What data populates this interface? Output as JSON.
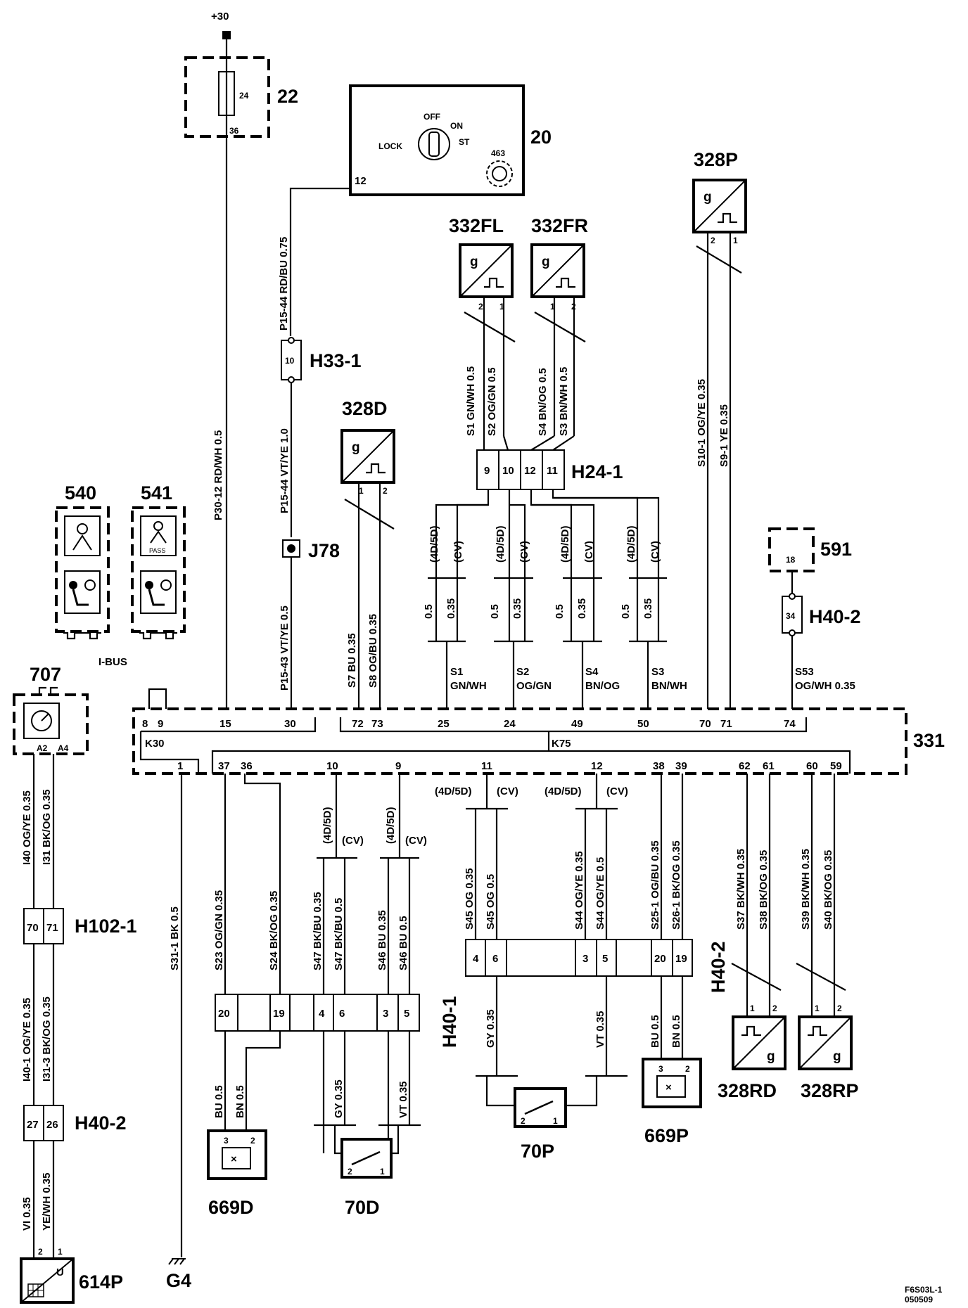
{
  "supply": "+30",
  "components": {
    "fuse_box": {
      "id": "22",
      "fuse": "24",
      "pin": "36"
    },
    "ignition": {
      "id": "20",
      "off": "OFF",
      "on": "ON",
      "st": "ST",
      "lock": "LOCK",
      "ring": "463",
      "pin": "12"
    },
    "s328P": {
      "id": "328P",
      "pin_a": "2",
      "pin_b": "1",
      "g": "g"
    },
    "s332FL": {
      "id": "332FL",
      "pin_a": "2",
      "pin_b": "1",
      "g": "g"
    },
    "s332FR": {
      "id": "332FR",
      "pin_a": "1",
      "pin_b": "2",
      "g": "g"
    },
    "s328D": {
      "id": "328D",
      "pin_a": "1",
      "pin_b": "2",
      "g": "g"
    },
    "s328RD": {
      "id": "328RD",
      "pin_a": "1",
      "pin_b": "2",
      "g": "g"
    },
    "s328RP": {
      "id": "328RP",
      "pin_a": "1",
      "pin_b": "2",
      "g": "g"
    },
    "h33": {
      "id": "H33-1",
      "pin": "10"
    },
    "j78": {
      "id": "J78"
    },
    "h24": {
      "id": "H24-1",
      "pins": [
        "9",
        "10",
        "12",
        "11"
      ]
    },
    "h40_2_top": {
      "id": "H40-2",
      "pin": "34"
    },
    "c591": {
      "id": "591",
      "pin": "18"
    },
    "c540": {
      "id": "540"
    },
    "c541": {
      "id": "541",
      "pass": "PASS"
    },
    "ibus": "I-BUS",
    "c707": {
      "id": "707",
      "pin_a": "A2",
      "pin_b": "A4"
    },
    "h102": {
      "id": "H102-1",
      "pins": [
        "70",
        "71"
      ]
    },
    "h40_2_left": {
      "id": "H40-2",
      "pins": [
        "27",
        "26"
      ]
    },
    "c614P": {
      "id": "614P",
      "pin_a": "2",
      "pin_b": "1",
      "u": "U"
    },
    "g4": "G4",
    "ecu": {
      "id": "331",
      "k30": "K30",
      "k75": "K75"
    },
    "h40_1": {
      "id": "H40-1",
      "left_pins": [
        "20",
        "19",
        "4",
        "6",
        "3",
        "5"
      ],
      "right_pins": [
        "4",
        "6",
        "3",
        "5",
        "20",
        "19"
      ]
    },
    "h40_2_right": {
      "id": "H40-2"
    },
    "c669D": {
      "id": "669D",
      "pin_a": "3",
      "pin_b": "2"
    },
    "c669P": {
      "id": "669P",
      "pin_a": "3",
      "pin_b": "2"
    },
    "c70D": {
      "id": "70D",
      "pin_a": "2",
      "pin_b": "1"
    },
    "c70P": {
      "id": "70P",
      "pin_a": "2",
      "pin_b": "1"
    }
  },
  "ecu_pins_top": [
    "8",
    "9",
    "15",
    "30",
    "72",
    "73",
    "25",
    "24",
    "49",
    "50",
    "70",
    "71",
    "74"
  ],
  "ecu_pins_bottom": [
    "1",
    "37",
    "36",
    "10",
    "9",
    "11",
    "12",
    "38",
    "39",
    "62",
    "61",
    "60",
    "59"
  ],
  "wires": {
    "p30_12": "P30-12  RD/WH  0.5",
    "p15_44a": "P15-44   RD/BU  0.75",
    "p15_44b": "P15-44  VT/YE  1.0",
    "p15_43": "P15-43  VT/YE  0.5",
    "s7": "S7   BU  0.35",
    "s8": "S8   OG/BU  0.35",
    "s1": "S1  GN/WH  0.5",
    "s2": "S2  OG/GN  0.5",
    "s4": "S4  BN/OG  0.5",
    "s3": "S3  BN/WH  0.5",
    "s10": "S10-1  OG/YE  0.35",
    "s9": "S9-1   YE   0.35",
    "var_4d": "(4D/5D)",
    "var_cv": "(CV)",
    "gauge_05": "0.5",
    "gauge_035": "0.35",
    "s1_bus": [
      "S1",
      "GN/WH"
    ],
    "s2_bus": [
      "S2",
      "OG/GN"
    ],
    "s4_bus": [
      "S4",
      "BN/OG"
    ],
    "s3_bus": [
      "S3",
      "BN/WH"
    ],
    "s53": [
      "S53",
      "OG/WH 0.35"
    ],
    "i40": "I40  OG/YE  0.35",
    "i31": "I31  BK/OG  0.35",
    "i40_1": "I40-1  OG/YE  0.35",
    "i31_3": "I31-3  BK/OG  0.35",
    "vi": "VI   0.35",
    "yewh": "YE/WH  0.35",
    "s31": "S31-1  BK  0.5",
    "s23": "S23    OG/GN  0.35",
    "s24": "S24    BK/OG  0.35",
    "s47a": "S47  BK/BU  0.35",
    "s47b": "S47  BK/BU  0.5",
    "s46a": "S46  BU   0.35",
    "s46b": "S46  BU   0.5",
    "s45a": "S45   OG  0.35",
    "s45b": "S45   OG  0.5",
    "s44a": "S44  OG/YE  0.35",
    "s44b": "S44  OG/YE  0.5",
    "s25": "S25-1  OG/BU  0.35",
    "s26": "S26-1  BK/OG  0.35",
    "s37": "S37   BK/WH  0.35",
    "s38": "S38   BK/OG  0.35",
    "s39": "S39   BK/WH  0.35",
    "s40": "S40   BK/OG  0.35",
    "bu05": "BU   0.5",
    "bn05": "BN   0.5",
    "gy035": "GY   0.35",
    "vt035": "VT   0.35"
  },
  "footer": [
    "F6S03L-1",
    "050509"
  ]
}
